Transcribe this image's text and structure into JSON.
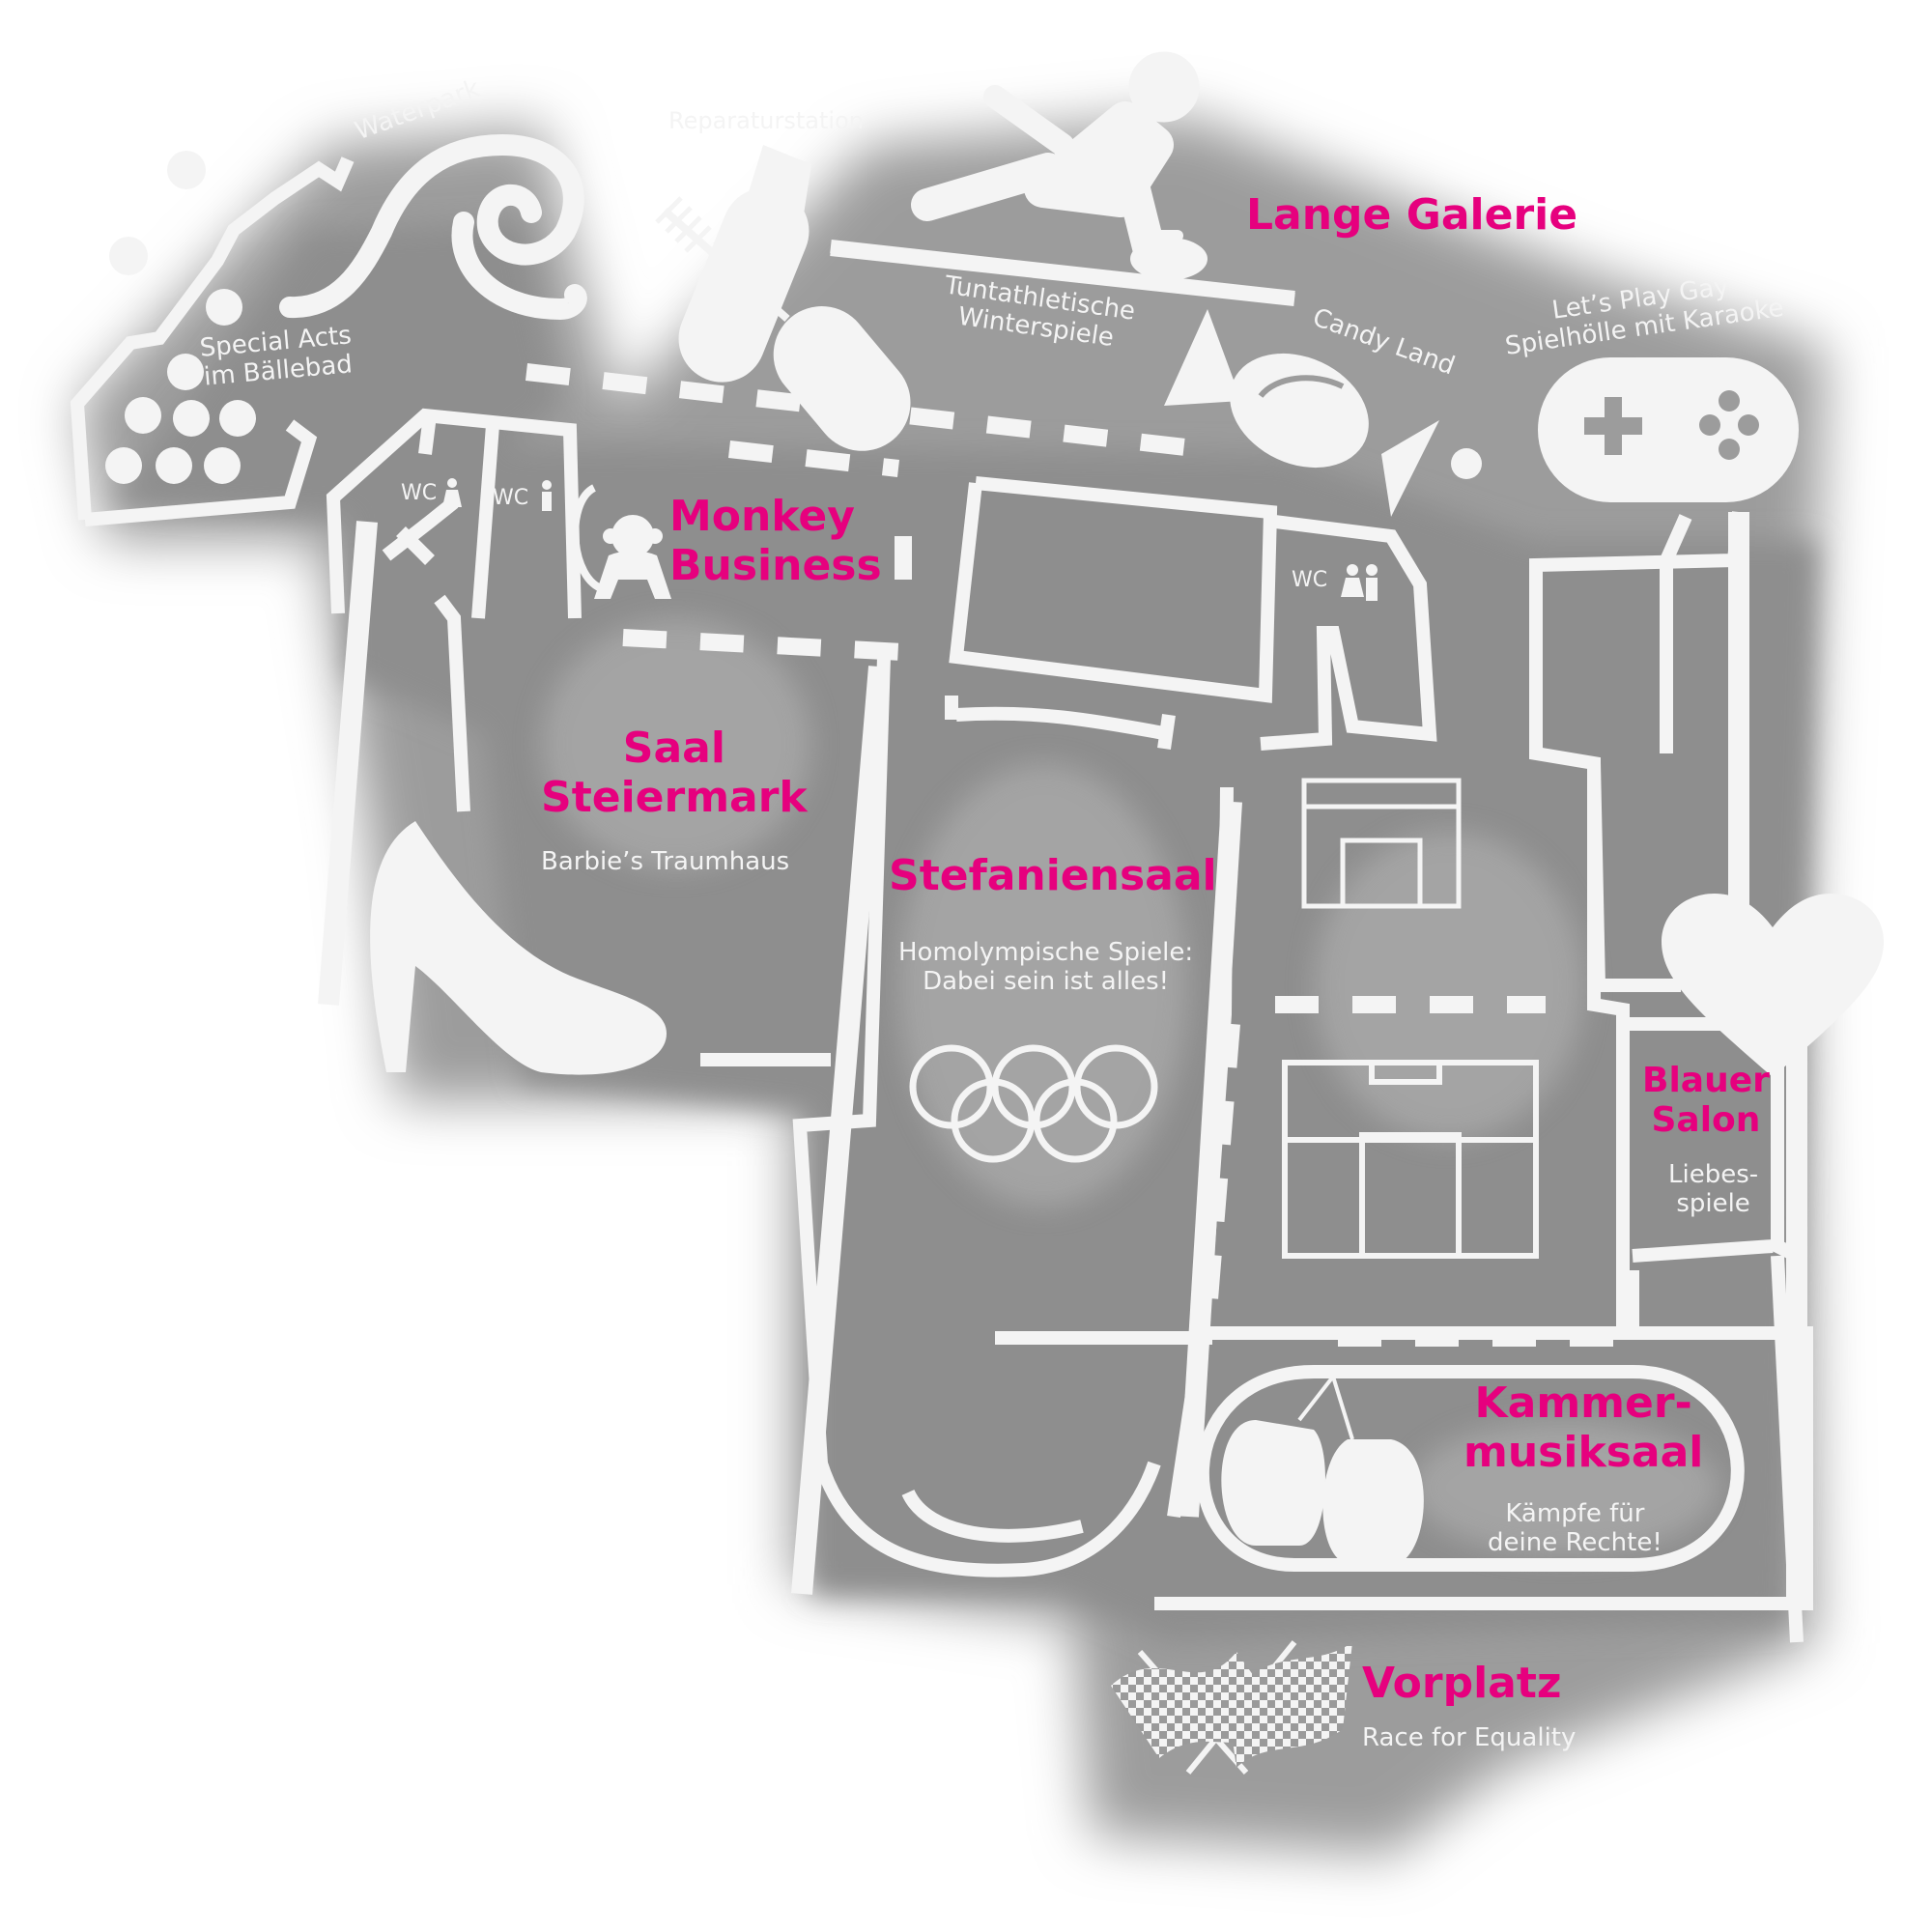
{
  "colors": {
    "accent": "#e6007e",
    "wall": "#f4f4f4",
    "floor": "#9c9c9c"
  },
  "rooms": {
    "lange_galerie": {
      "name": "Lange Galerie"
    },
    "monkey_business": {
      "line1": "Monkey",
      "line2": "Business"
    },
    "saal_steiermark": {
      "line1": "Saal",
      "line2": "Steiermark",
      "subtitle": "Barbie’s Traumhaus"
    },
    "stefaniensaal": {
      "name": "Stefaniensaal",
      "subtitle_line1": "Homolympische Spiele:",
      "subtitle_line2": "Dabei sein ist alles!"
    },
    "blauer_salon": {
      "line1": "Blauer",
      "line2": "Salon",
      "subtitle_line1": "Liebes-",
      "subtitle_line2": "spiele"
    },
    "kammermusiksaal": {
      "line1": "Kammer-",
      "line2": "musiksaal",
      "subtitle_line1": "Kämpfe für",
      "subtitle_line2": "deine Rechte!"
    },
    "vorplatz": {
      "name": "Vorplatz",
      "subtitle": "Race for Equality"
    }
  },
  "areas": {
    "waterpark": "Waterpark",
    "reparaturstation": "Reparaturstation",
    "ballebad_line1": "Special Acts",
    "ballebad_line2": "im Bällebad",
    "winterspiele_line1": "Tuntathletische",
    "winterspiele_line2": "Winterspiele",
    "candy_land": "Candy Land",
    "spielhoelle_line1": "Let’s Play Gay",
    "spielhoelle_line2": "Spielhölle mit Karaoke"
  },
  "wc_labels": [
    "WC",
    "WC",
    "WC"
  ],
  "icons": [
    "wave-icon",
    "balls-icon",
    "lipstick-icon",
    "mascara-icon",
    "curling-player-icon",
    "curling-stone-icon",
    "candy-icon",
    "gamepad-icon",
    "monkey-icon",
    "high-heel-icon",
    "olympic-rings-icon",
    "heart-icon",
    "boxing-gloves-icon",
    "checkered-flags-icon",
    "toilet-icon"
  ]
}
